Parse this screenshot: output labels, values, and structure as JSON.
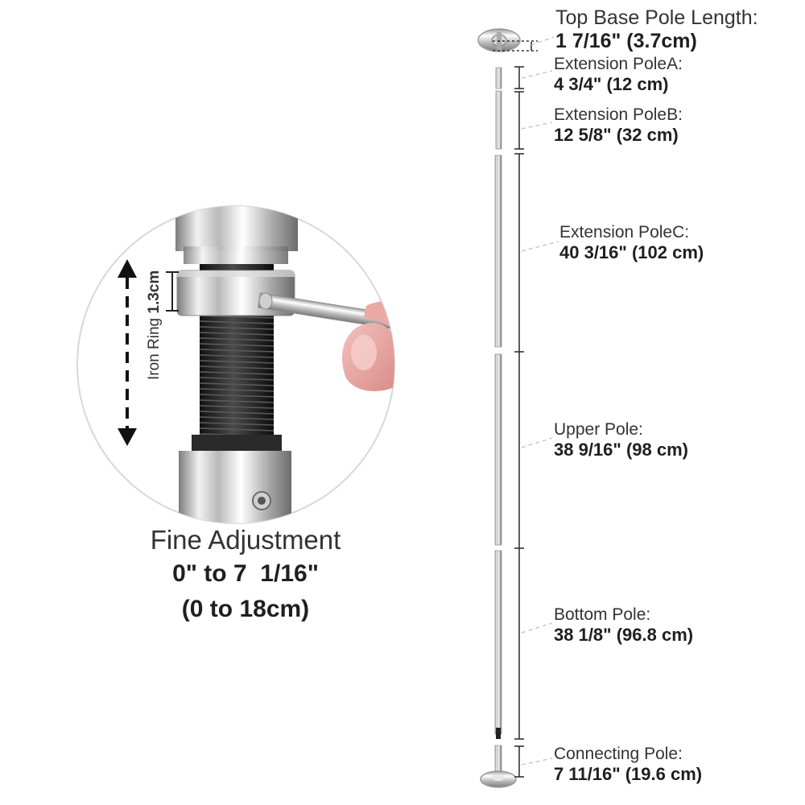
{
  "segments": [
    {
      "id": "top-base-pole",
      "name": "Top Base Pole Length:",
      "value": "1 7/16\" (3.7cm)"
    },
    {
      "id": "extension-pole-a",
      "name": "Extension PoleA:",
      "value": "4 3/4\" (12 cm)"
    },
    {
      "id": "extension-pole-b",
      "name": "Extension PoleB:",
      "value": "12 5/8\" (32 cm)"
    },
    {
      "id": "extension-pole-c",
      "name": "Extension PoleC:",
      "value": "40 3/16\" (102 cm)"
    },
    {
      "id": "upper-pole",
      "name": "Upper Pole:",
      "value": "38 9/16\" (98 cm)"
    },
    {
      "id": "bottom-pole",
      "name": "Bottom Pole:",
      "value": "38 1/8\" (96.8 cm)"
    },
    {
      "id": "connecting-pole",
      "name": "Connecting Pole:",
      "value": "7 11/16\" (19.6 cm)"
    }
  ],
  "fine_adjustment": {
    "title": "Fine Adjustment",
    "range_in": "0\" to 7  1/16\"",
    "range_cm": "(0 to 18cm)"
  },
  "iron_ring": {
    "label": "Iron Ring",
    "size": "1.3cm"
  },
  "colors": {
    "chrome_light": "#f4f4f4",
    "chrome_dark": "#8a8a8a",
    "thread": "#1c1c1c",
    "dimension_line": "#333333",
    "leader": "#bdbdbd",
    "skin": "#e8a3a0"
  }
}
